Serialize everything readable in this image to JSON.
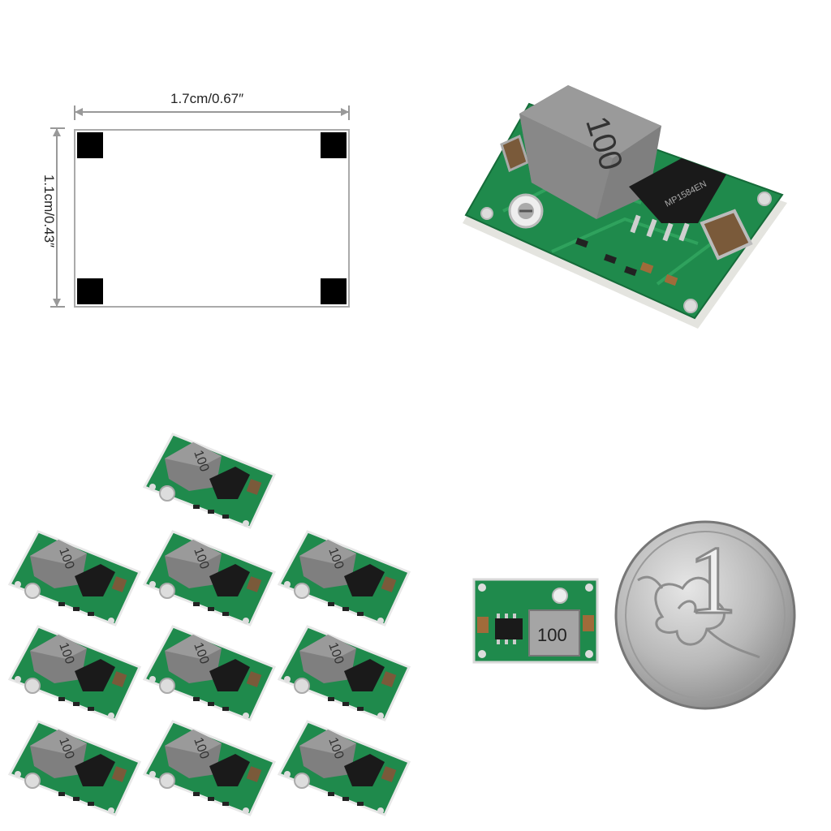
{
  "diagram": {
    "width_label": "1.7cm/0.67″",
    "height_label": "1.1cm/0.43″"
  },
  "module": {
    "inductor_marking": "100",
    "chip_marking": "MP1584EN",
    "colors": {
      "pcb": "#1f8a4c",
      "pcb_dark": "#156b39",
      "inductor": "#8c8c8c",
      "chip": "#1a1a1a"
    }
  },
  "coin": {
    "denomination": "1"
  },
  "grid": {
    "module_count": 10
  }
}
